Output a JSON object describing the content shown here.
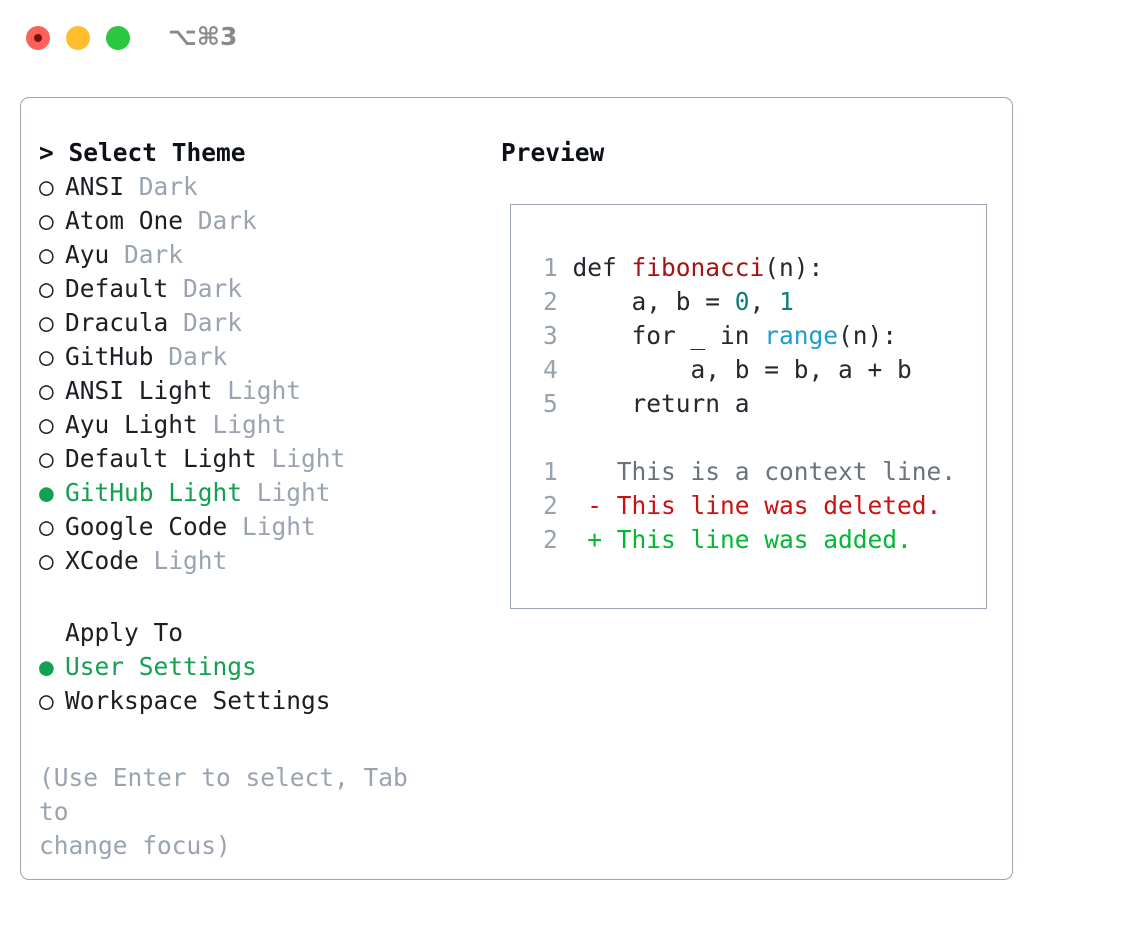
{
  "titlebar": {
    "shortcut": "⌥⌘3",
    "buttons": [
      {
        "name": "close",
        "color": "#ff6059"
      },
      {
        "name": "minimize",
        "color": "#ffbd2e"
      },
      {
        "name": "maximize",
        "color": "#28c840"
      }
    ]
  },
  "colors": {
    "accent_green": "#12a150",
    "muted": "#9aa3b0",
    "border": "#9aa5b1",
    "text": "#1b1f23",
    "diff_add": "#00b833",
    "diff_del": "#cc1111",
    "syntax_fn": "#a31515",
    "syntax_num": "#0a7d7d",
    "syntax_call": "#1f9cd0"
  },
  "theme_list": {
    "header_prefix": ">",
    "header": "Select Theme",
    "marker_selected": "●",
    "marker_unselected": "○",
    "items": [
      {
        "name": "ANSI",
        "tag": "Dark",
        "selected": false
      },
      {
        "name": "Atom One",
        "tag": "Dark",
        "selected": false
      },
      {
        "name": "Ayu",
        "tag": "Dark",
        "selected": false
      },
      {
        "name": "Default",
        "tag": "Dark",
        "selected": false
      },
      {
        "name": "Dracula",
        "tag": "Dark",
        "selected": false
      },
      {
        "name": "GitHub",
        "tag": "Dark",
        "selected": false
      },
      {
        "name": "ANSI Light",
        "tag": "Light",
        "selected": false
      },
      {
        "name": "Ayu Light",
        "tag": "Light",
        "selected": false
      },
      {
        "name": "Default Light",
        "tag": "Light",
        "selected": false
      },
      {
        "name": "GitHub Light",
        "tag": "Light",
        "selected": true
      },
      {
        "name": "Google Code",
        "tag": "Light",
        "selected": false
      },
      {
        "name": "XCode",
        "tag": "Light",
        "selected": false
      }
    ]
  },
  "apply_to": {
    "header": "Apply To",
    "items": [
      {
        "name": "User Settings",
        "selected": true
      },
      {
        "name": "Workspace Settings",
        "selected": false
      }
    ]
  },
  "help": {
    "line1": "(Use Enter to select, Tab to",
    "line2": "change focus)"
  },
  "preview": {
    "title": "Preview",
    "code_lines": [
      {
        "num": "1",
        "tokens": [
          {
            "t": "def ",
            "c": "kw"
          },
          {
            "t": "fibonacci",
            "c": "fn"
          },
          {
            "t": "(n):",
            "c": "plain"
          }
        ]
      },
      {
        "num": "2",
        "tokens": [
          {
            "t": "    a, b = ",
            "c": "plain"
          },
          {
            "t": "0",
            "c": "num"
          },
          {
            "t": ", ",
            "c": "plain"
          },
          {
            "t": "1",
            "c": "num"
          }
        ]
      },
      {
        "num": "3",
        "tokens": [
          {
            "t": "    for _ in ",
            "c": "plain"
          },
          {
            "t": "range",
            "c": "call"
          },
          {
            "t": "(n):",
            "c": "plain"
          }
        ]
      },
      {
        "num": "4",
        "tokens": [
          {
            "t": "        a, b = b, a + b",
            "c": "plain"
          }
        ]
      },
      {
        "num": "5",
        "tokens": [
          {
            "t": "    return a",
            "c": "plain"
          }
        ]
      }
    ],
    "diff_lines": [
      {
        "num": "1",
        "sign": " ",
        "text": " This is a context line.",
        "kind": "ctx"
      },
      {
        "num": "2",
        "sign": "-",
        "text": " This line was deleted.",
        "kind": "del"
      },
      {
        "num": "2",
        "sign": "+",
        "text": " This line was added.",
        "kind": "add"
      }
    ]
  }
}
